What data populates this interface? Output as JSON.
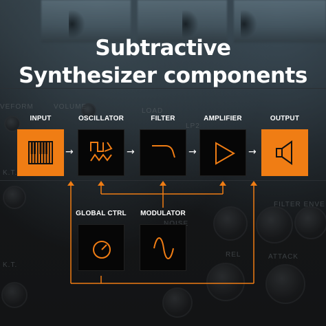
{
  "title": {
    "line1": "Subtractive",
    "line2": "Synthesizer components"
  },
  "colors": {
    "accent": "#f07d14",
    "module_bg": "#060606",
    "text": "#ffffff"
  },
  "background_labels": {
    "waveform": "VEFORM",
    "volume": "VOLUME",
    "load": "LOAD",
    "lp": "LP2",
    "noise": "NOISE",
    "filter_env": "FILTER ENVE",
    "rel": "REL",
    "attack": "ATTACK",
    "kt1": "K.T.",
    "kt2": "K.T."
  },
  "modules": {
    "input": {
      "label": "INPUT",
      "icon": "piano-keys-icon"
    },
    "oscillator": {
      "label": "OSCILLATOR",
      "icon": "oscillator-waves-icon"
    },
    "filter": {
      "label": "FILTER",
      "icon": "lowpass-curve-icon"
    },
    "amplifier": {
      "label": "AMPLIFIER",
      "icon": "amplifier-triangle-icon"
    },
    "output": {
      "label": "OUTPUT",
      "icon": "speaker-icon"
    },
    "global_ctrl": {
      "label": "GLOBAL CTRL",
      "icon": "knob-icon"
    },
    "modulator": {
      "label": "MODULATOR",
      "icon": "sine-wave-icon"
    }
  },
  "flow_arrow": "→"
}
